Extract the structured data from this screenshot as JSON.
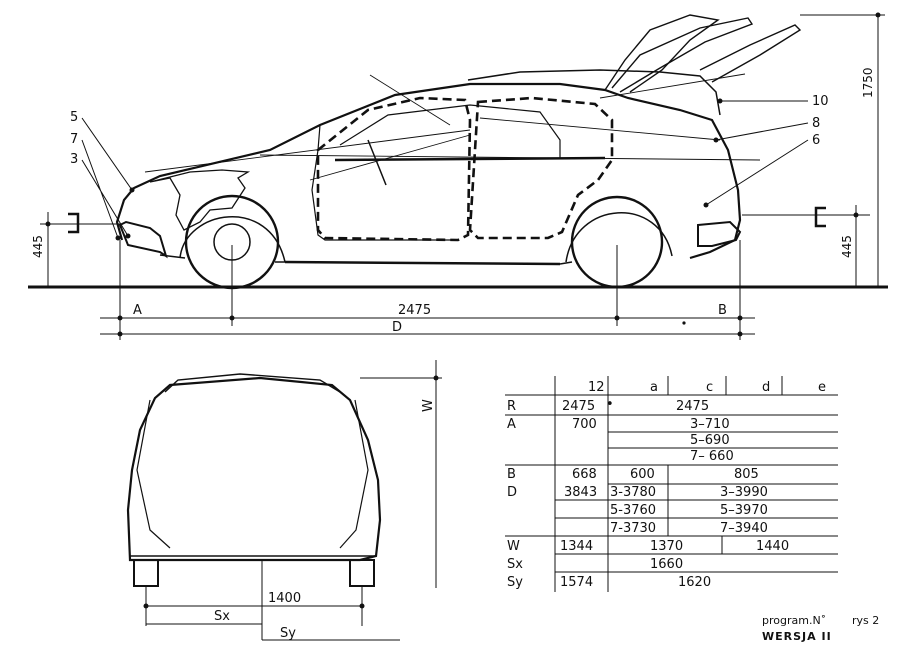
{
  "side_view": {
    "callouts": [
      "5",
      "7",
      "3",
      "10",
      "8",
      "6"
    ],
    "dims": {
      "front_height": "445",
      "rear_height": "445",
      "total_height": "1750",
      "wheelbase": "2475",
      "front_overhang": "A",
      "rear_overhang": "B",
      "overall_length": "D"
    }
  },
  "rear_view": {
    "dims": {
      "width": "W",
      "track": "1400",
      "sx": "Sx",
      "sy": "Sy"
    }
  },
  "table": {
    "headers": [
      "12",
      "a",
      "c",
      "d",
      "e"
    ],
    "row_labels": [
      "R",
      "A",
      "B",
      "D",
      "W",
      "Sx",
      "Sy"
    ],
    "cells": {
      "r_12": "2475",
      "r_dot": "•",
      "r_span": "2475",
      "a_12": "700",
      "a_1": "3–710",
      "a_2": "5–690",
      "a_3": "7– 660",
      "b_12": "668",
      "b_a": "600",
      "b_span": "805",
      "d_12": "3843",
      "d_a1": "3-3780",
      "d_a2": "5-3760",
      "d_a3": "7-3730",
      "d_c1": "3–3990",
      "d_c2": "5–3970",
      "d_c3": "7–3940",
      "w_12": "1344",
      "w_a": "1370",
      "w_d": "1440",
      "sx_span": "1660",
      "sy_12": "1574",
      "sy_span": "1620"
    }
  },
  "footer": {
    "program": "program.N˚",
    "rys": "rys 2",
    "wersja": "WERSJA II"
  }
}
